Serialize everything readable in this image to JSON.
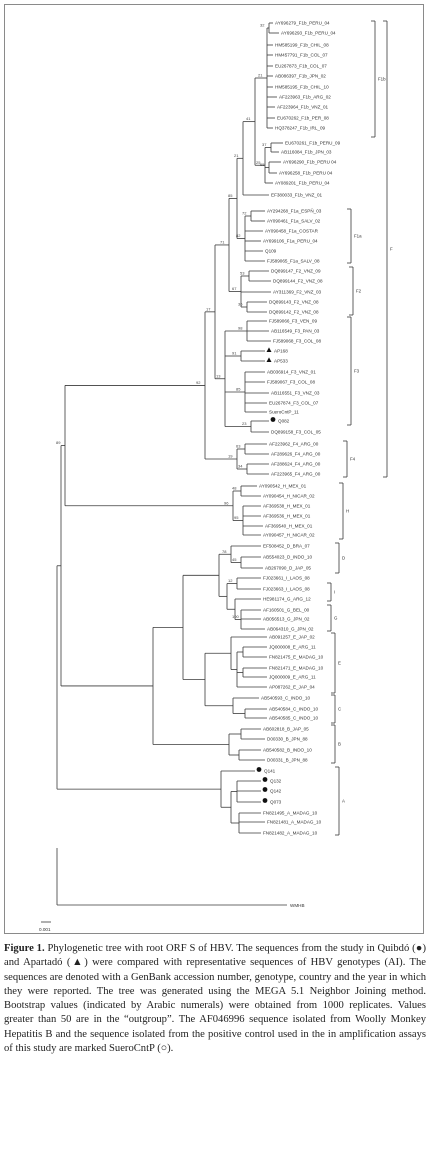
{
  "figure": {
    "caption_label": "Figure 1.",
    "caption_text": " Phylogenetic tree with root ORF S of HBV. The sequences from the study in Quibdó (●) and Apartadó (▲) were compared with representative sequences of HBV genotypes (AI). The sequences are denoted with a GenBank accession number, genotype, country and the year in which they were reported. The tree was generated using the MEGA 5.1 Neighbor Joining method. Bootstrap values (indicated by Arabic numerals) were obtained from 1000 replicates. Values greater than 50 are in the “outgroup”. The AF046996 sequence isolated from Woolly Monkey Hepatitis B and the sequence isolated from the positive control used in the in amplification assays of this study are marked SueroCntP (○)."
  },
  "tree": {
    "scale_bar": "0.001",
    "outgroup": "WMHB",
    "leaves": [
      {
        "label": "AY696279_F1b_PERU_04",
        "marker": ""
      },
      {
        "label": "AY696293_F1b_PERU_04",
        "marker": ""
      },
      {
        "label": "HM585199_F1b_CHIL_08",
        "marker": ""
      },
      {
        "label": "HM457791_F1b_COL_07",
        "marker": ""
      },
      {
        "label": "EU267873_F1b_COL_07",
        "marker": ""
      },
      {
        "label": "AB086397_F1b_JPN_02",
        "marker": ""
      },
      {
        "label": "HM585195_F1b_CHIL_10",
        "marker": ""
      },
      {
        "label": "AF223963_F1b_ARG_02",
        "marker": ""
      },
      {
        "label": "AF223964_F1b_VNZ_01",
        "marker": ""
      },
      {
        "label": "EU670262_F1b_PER_08",
        "marker": ""
      },
      {
        "label": "HQ378247_F1b_IRL_09",
        "marker": ""
      },
      {
        "label": "EU670261_F1b_PERU_09",
        "marker": ""
      },
      {
        "label": "AB116084_F1b_JPN_03",
        "marker": ""
      },
      {
        "label": "AY696290_F1b_PERU 04",
        "marker": ""
      },
      {
        "label": "AY696258_F1b_PERU 04",
        "marker": ""
      },
      {
        "label": "AY089201_F1b_PERU_04",
        "marker": ""
      },
      {
        "label": "EF380033_F1b_VNZ_01",
        "marker": ""
      },
      {
        "label": "AY294268_F1a_ESPÑ_03",
        "marker": ""
      },
      {
        "label": "AY090461_F1a_SALV_02",
        "marker": ""
      },
      {
        "label": "AY090458_F1a_COSTAR",
        "marker": ""
      },
      {
        "label": "AY699106_F1a_PERU_04",
        "marker": ""
      },
      {
        "label": "Q109",
        "marker": ""
      },
      {
        "label": "FJ589065_F1a_SALV_08",
        "marker": ""
      },
      {
        "label": "DQ899147_F2_VNZ_09",
        "marker": ""
      },
      {
        "label": "DQ899144_F2_VNZ_08",
        "marker": ""
      },
      {
        "label": "AY311369_F2_VNZ_03",
        "marker": ""
      },
      {
        "label": "DQ899143_F2_VNZ_08",
        "marker": ""
      },
      {
        "label": "DQ899142_F2_VNZ_08",
        "marker": ""
      },
      {
        "label": "FJ589066_F3_VEN_09",
        "marker": ""
      },
      {
        "label": "AB116549_F3_PAN_03",
        "marker": ""
      },
      {
        "label": "FJ589068_F3_COL_08",
        "marker": ""
      },
      {
        "label": "AP168",
        "marker": "triangle"
      },
      {
        "label": "AP533",
        "marker": "triangle"
      },
      {
        "label": "AB036914_F3_VNZ_01",
        "marker": ""
      },
      {
        "label": "FJ589067_F3_COL_08",
        "marker": ""
      },
      {
        "label": "AB116551_F3_VNZ_03",
        "marker": ""
      },
      {
        "label": "EU267874_F3_COL_07",
        "marker": ""
      },
      {
        "label": "SueroCntP_11",
        "marker": ""
      },
      {
        "label": "Q082",
        "marker": "circle"
      },
      {
        "label": "DQ899158_F3_COL_05",
        "marker": ""
      },
      {
        "label": "AF223962_F4_ARG_00",
        "marker": ""
      },
      {
        "label": "AF289626_F4_ARG_00",
        "marker": ""
      },
      {
        "label": "AF288624_F4_ARG_00",
        "marker": ""
      },
      {
        "label": "AF223965_F4_ARG_00",
        "marker": ""
      },
      {
        "label": "AY090542_H_MEX_01",
        "marker": ""
      },
      {
        "label": "AY090454_H_NICAR_02",
        "marker": ""
      },
      {
        "label": "AF369538_H_MEX_01",
        "marker": ""
      },
      {
        "label": "AF369536_H_MEX_01",
        "marker": ""
      },
      {
        "label": "AF369540_H_MEX_01",
        "marker": ""
      },
      {
        "label": "AY090457_H_NICAR_02",
        "marker": ""
      },
      {
        "label": "EF508452_D_BRA_07",
        "marker": ""
      },
      {
        "label": "AB554023_D_INDO_10",
        "marker": ""
      },
      {
        "label": "AB267090_D_JAP_05",
        "marker": ""
      },
      {
        "label": "FJ023661_I_LAOS_08",
        "marker": ""
      },
      {
        "label": "FJ023663_I_LAOS_08",
        "marker": ""
      },
      {
        "label": "HE981174_G_ARG_12",
        "marker": ""
      },
      {
        "label": "AF160501_G_BEL_00",
        "marker": ""
      },
      {
        "label": "AB056513_G_JPN_02",
        "marker": ""
      },
      {
        "label": "AB064310_G_JPN_02",
        "marker": ""
      },
      {
        "label": "AB091257_E_JAP_02",
        "marker": ""
      },
      {
        "label": "JQ000008_E_ARG_11",
        "marker": ""
      },
      {
        "label": "FN821475_E_MADAG_10",
        "marker": ""
      },
      {
        "label": "FN821471_E_MADAG_10",
        "marker": ""
      },
      {
        "label": "JQ000009_E_ARG_11",
        "marker": ""
      },
      {
        "label": "AP087262_E_JAP_04",
        "marker": ""
      },
      {
        "label": "AB540593_C_INDO_10",
        "marker": ""
      },
      {
        "label": "AB540584_C_INDO_10",
        "marker": ""
      },
      {
        "label": "AB540585_C_INDO_10",
        "marker": ""
      },
      {
        "label": "AB602818_B_JAP_05",
        "marker": ""
      },
      {
        "label": "D00330_B_JPN_88",
        "marker": ""
      },
      {
        "label": "AB540582_B_INDO_10",
        "marker": ""
      },
      {
        "label": "D00331_B_JPN_88",
        "marker": ""
      },
      {
        "label": "Q141",
        "marker": "circle"
      },
      {
        "label": "Q132",
        "marker": "circle"
      },
      {
        "label": "Q142",
        "marker": "circle"
      },
      {
        "label": "Q073",
        "marker": "circle"
      },
      {
        "label": "FN821495_A_MADAG_10",
        "marker": ""
      },
      {
        "label": "FN821481_A_MADAG_10",
        "marker": ""
      },
      {
        "label": "FN821482_A_MADAG_10",
        "marker": ""
      }
    ],
    "groups": [
      {
        "label": "F1b"
      },
      {
        "label": "F1a"
      },
      {
        "label": "F2"
      },
      {
        "label": "F3"
      },
      {
        "label": "F4"
      },
      {
        "label": "H"
      },
      {
        "label": "D"
      },
      {
        "label": "I"
      },
      {
        "label": "G"
      },
      {
        "label": "E"
      },
      {
        "label": "C"
      },
      {
        "label": "B"
      },
      {
        "label": "A"
      },
      {
        "label": "F"
      }
    ],
    "bootstrap": [
      "32",
      "21",
      "37",
      "65",
      "25",
      "41",
      "21",
      "72",
      "82",
      "85",
      "53",
      "36",
      "67",
      "71",
      "98",
      "91",
      "85",
      "23",
      "13",
      "17",
      "63",
      "34",
      "19",
      "92",
      "48",
      "95",
      "96",
      "89",
      "45",
      "78",
      "12",
      "100"
    ]
  }
}
